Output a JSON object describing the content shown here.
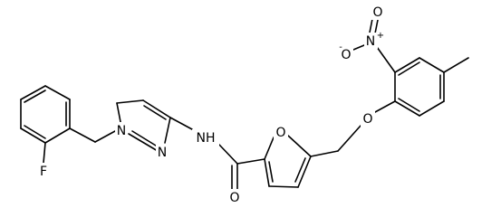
{
  "molecule": {
    "atoms": {
      "F": "F",
      "N_pyrazole_1": "N",
      "N_pyrazole_2": "N",
      "NH": "NH",
      "O_carbonyl": "O",
      "O_furan": "O",
      "O_ether": "O",
      "N_nitro": "N",
      "O_nitro_minus": "O",
      "O_nitro_double": "O"
    },
    "charges": {
      "N_nitro": "+",
      "O_nitro_minus": "-"
    }
  }
}
